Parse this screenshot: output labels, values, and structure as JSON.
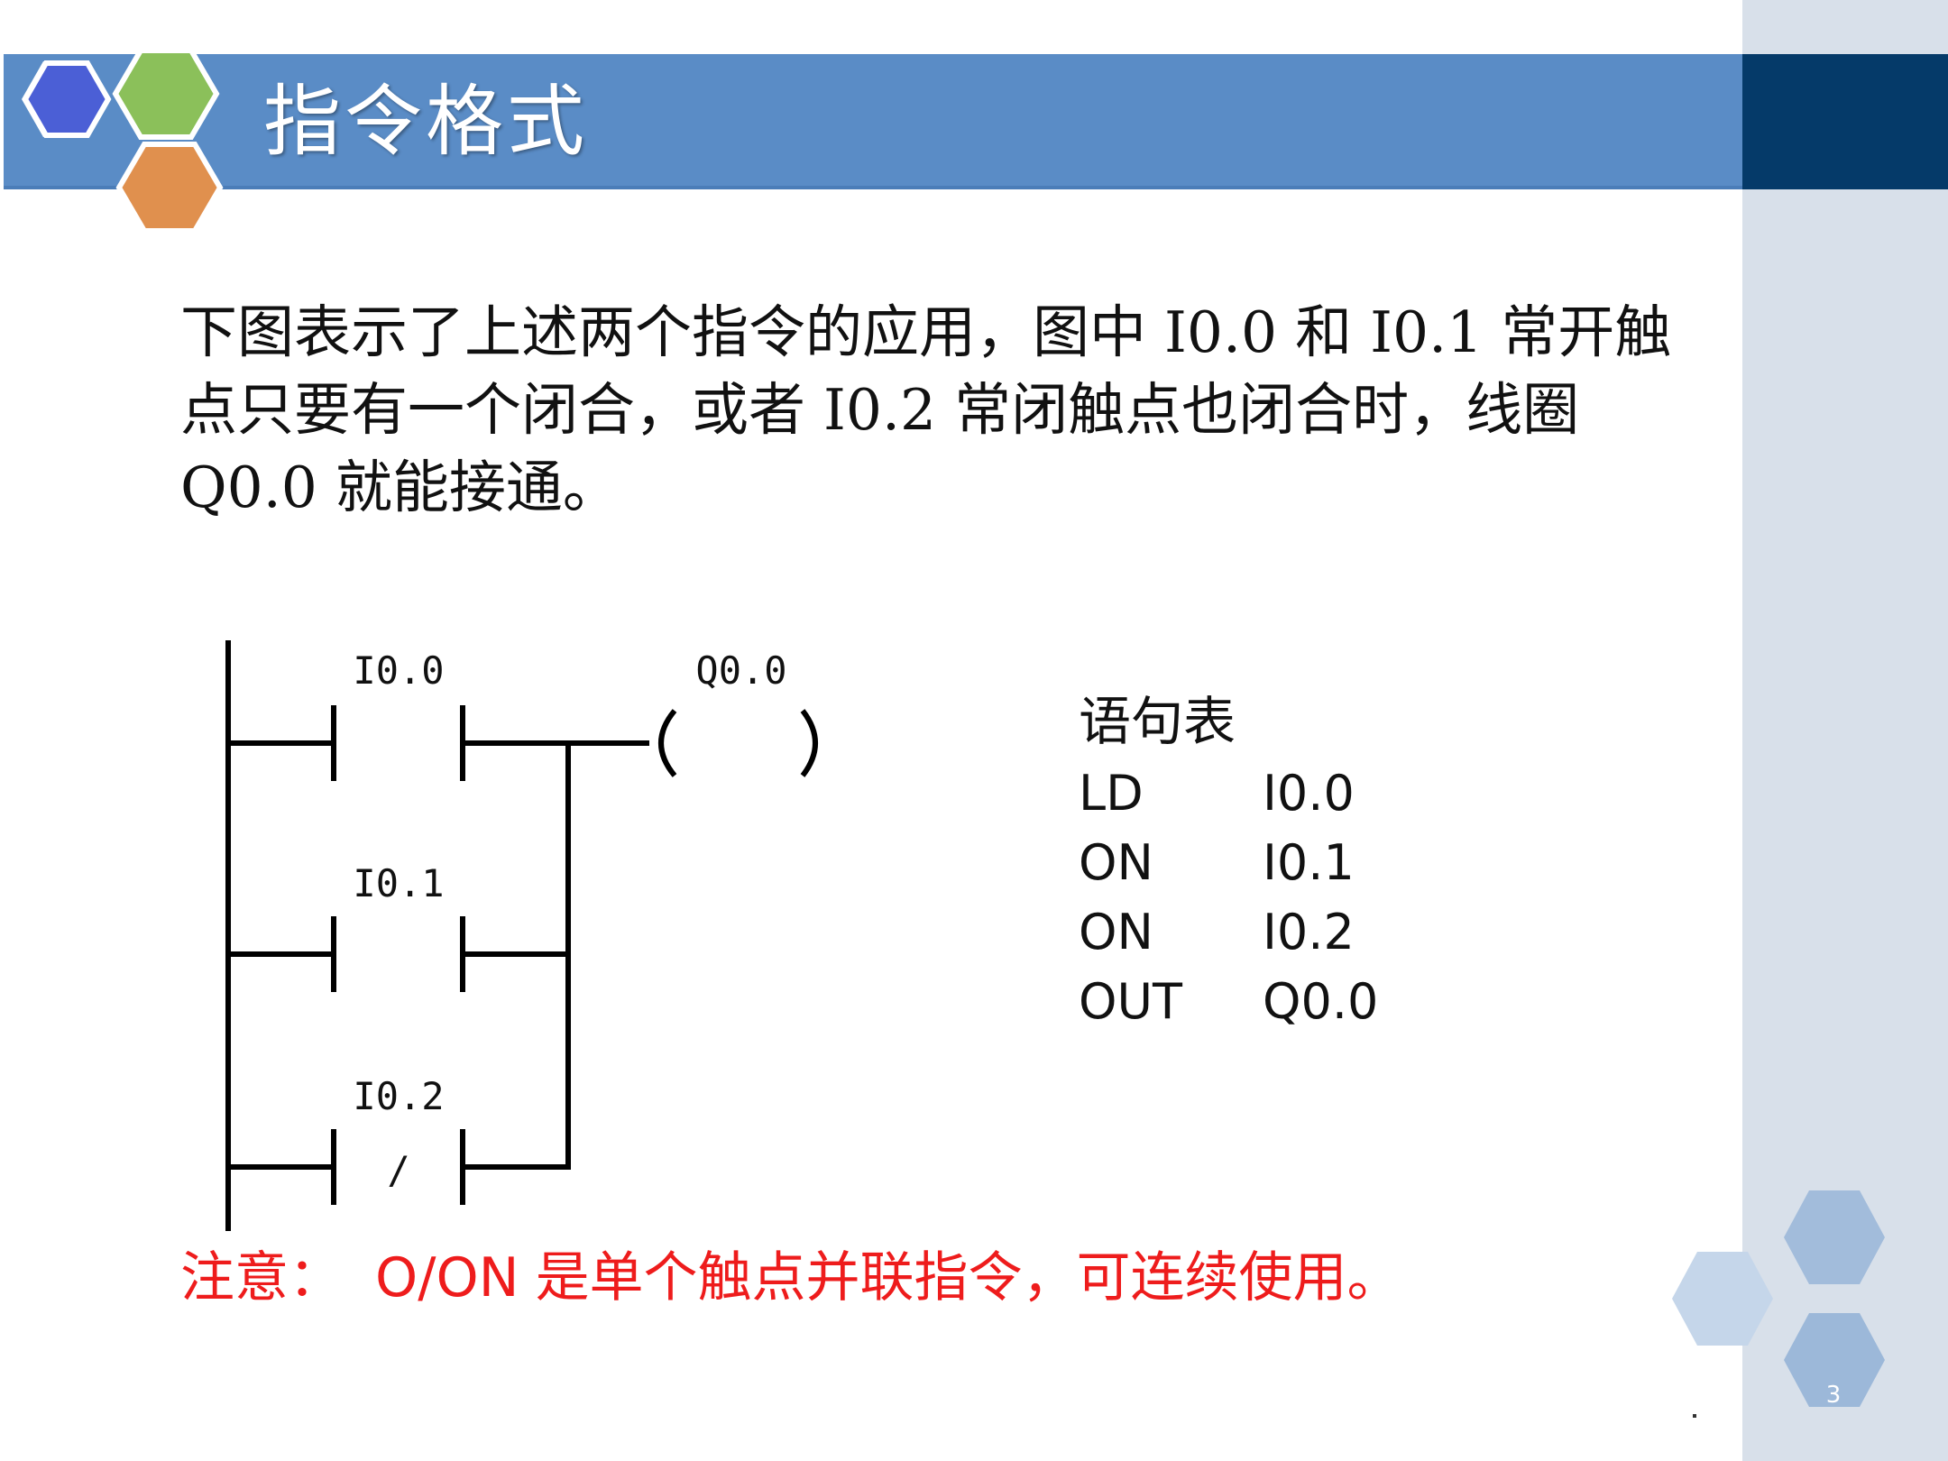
{
  "slide": {
    "title": "指令格式",
    "body_text": "下图表示了上述两个指令的应用，图中 I0.0 和 I0.1 常开触点只要有一个闭合，或者 I0.2 常闭触点也闭合时，线圈 Q0.0 就能接通。",
    "page_number": "3",
    "colors": {
      "title_bar": "#5a8cc6",
      "title_bar_dark": "#053a69",
      "side_panel": "#d8e0ea",
      "note_red": "#ee1c1c"
    }
  },
  "ladder": {
    "rungs": [
      {
        "contact": "I0.0",
        "type": "normally-open",
        "symbol": ""
      },
      {
        "contact": "I0.1",
        "type": "normally-open",
        "symbol": ""
      },
      {
        "contact": "I0.2",
        "type": "normally-closed",
        "symbol": "/"
      }
    ],
    "coil": {
      "label": "Q0.0"
    }
  },
  "statement_list": {
    "title": "语句表",
    "rows": [
      {
        "op": "LD",
        "operand": "I0.0"
      },
      {
        "op": "ON",
        "operand": "I0.1"
      },
      {
        "op": "ON",
        "operand": "I0.2"
      },
      {
        "op": "OUT",
        "operand": "Q0.0"
      }
    ]
  },
  "note": {
    "label": "注意：",
    "code": "O/ON",
    "text": "是单个触点并联指令，可连续使用。"
  }
}
